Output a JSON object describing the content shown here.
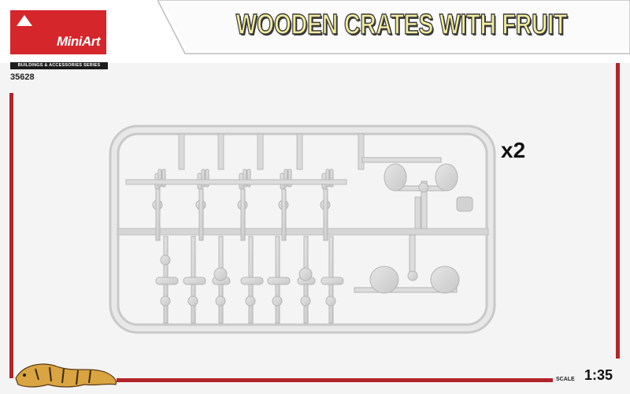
{
  "brand": {
    "logo_text": "MiniArt",
    "series": "BUILDINGS & ACCESSORIES SERIES",
    "kit_number": "35628"
  },
  "product": {
    "title": "WOODEN CRATES WITH FRUIT"
  },
  "sprue": {
    "quantity": "x2"
  },
  "scale": {
    "label": "SCALE",
    "value": "1:35"
  },
  "colors": {
    "brand_red": "#d5262b",
    "rail_red": "#b3242a",
    "title_fill": "#f2eda0",
    "plastic_gray": "#d9d9d9"
  }
}
